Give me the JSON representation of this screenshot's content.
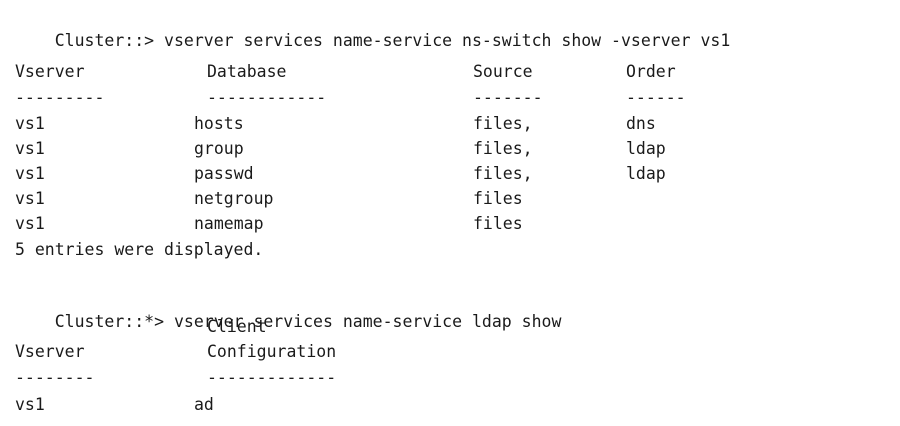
{
  "session1": {
    "prompt": "Cluster::>",
    "command": "vserver services name-service ns-switch show -vserver vs1",
    "headers": [
      "Vserver",
      "Database",
      "Source",
      "Order"
    ],
    "separators": [
      "---------",
      "------------",
      "-------",
      "------"
    ],
    "rows": [
      [
        "vs1",
        "hosts",
        "files,",
        "dns"
      ],
      [
        "vs1",
        "group",
        "files,",
        "ldap"
      ],
      [
        "vs1",
        "passwd",
        "files,",
        "ldap"
      ],
      [
        "vs1",
        "netgroup",
        "files",
        ""
      ],
      [
        "vs1",
        "namemap",
        "files",
        ""
      ]
    ],
    "footer": "5 entries were displayed."
  },
  "session2": {
    "prompt": "Cluster::*>",
    "command": "vserver services name-service ldap show",
    "header_top": [
      "",
      "Client"
    ],
    "headers": [
      "Vserver",
      "Configuration"
    ],
    "separators": [
      "--------",
      "-------------"
    ],
    "rows": [
      [
        "vs1",
        "ad"
      ]
    ]
  }
}
